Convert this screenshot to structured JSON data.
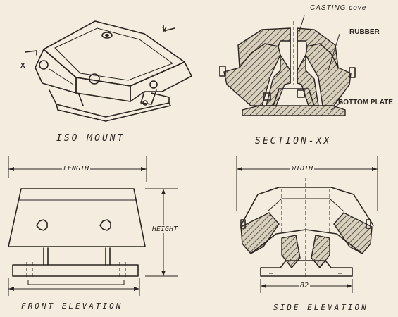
{
  "captions": {
    "iso": "ISO MOUNT",
    "section": "SECTION-XX",
    "front": "FRONT ELEVATION",
    "side": "SIDE ELEVATION"
  },
  "callouts": {
    "casting_cover": "CASTING cove",
    "rubber": "RUBBER",
    "bottom_plate": "BOTTOM PLATE"
  },
  "dimensions": {
    "length": "LENGTH",
    "width": "WIDTH",
    "height": "HEIGHT",
    "base": "82"
  },
  "section_marks": {
    "left": "X",
    "right": "X"
  }
}
